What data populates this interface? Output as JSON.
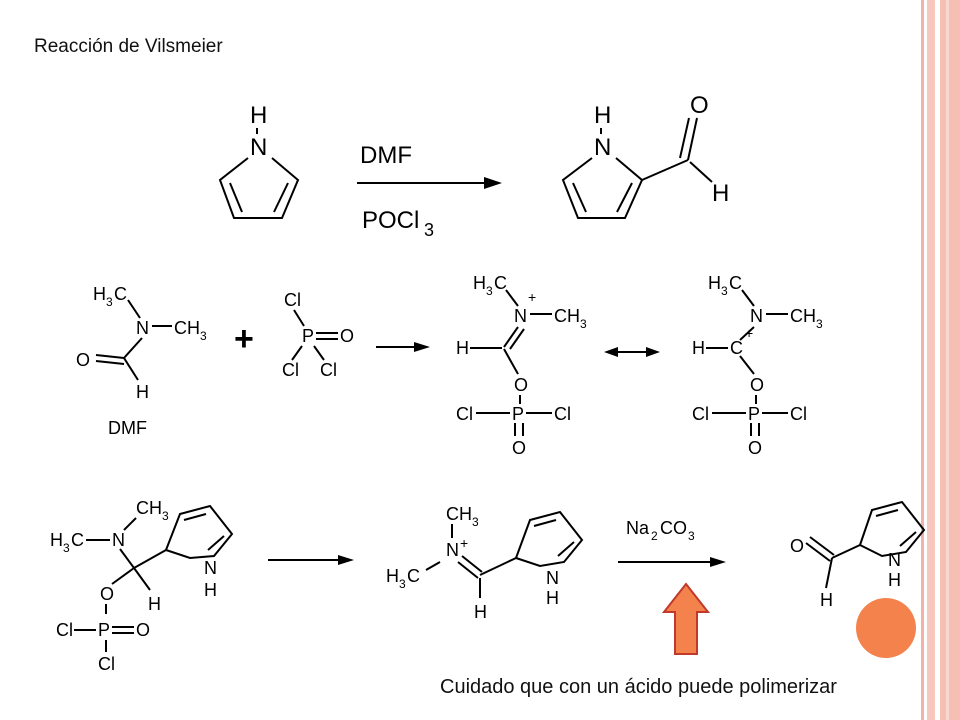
{
  "slide": {
    "title": "Reacción de Vilsmeier",
    "note": "Cuidado que con un ácido puede polimerizar",
    "colors": {
      "accent_orange": "#f4824c",
      "arrow_border": "#c0392b",
      "side_bar": "#f6bfb3"
    }
  },
  "labels": {
    "H": "H",
    "N": "N",
    "O": "O",
    "P": "P",
    "Cl": "Cl",
    "C": "C",
    "plus": "+",
    "big_plus": "+",
    "sub2": "2",
    "sub3": "3",
    "dmf": "DMF",
    "pocl": "POCl",
    "h3c": "H3C",
    "ch3": "CH3",
    "na": "Na",
    "co": "CO"
  }
}
